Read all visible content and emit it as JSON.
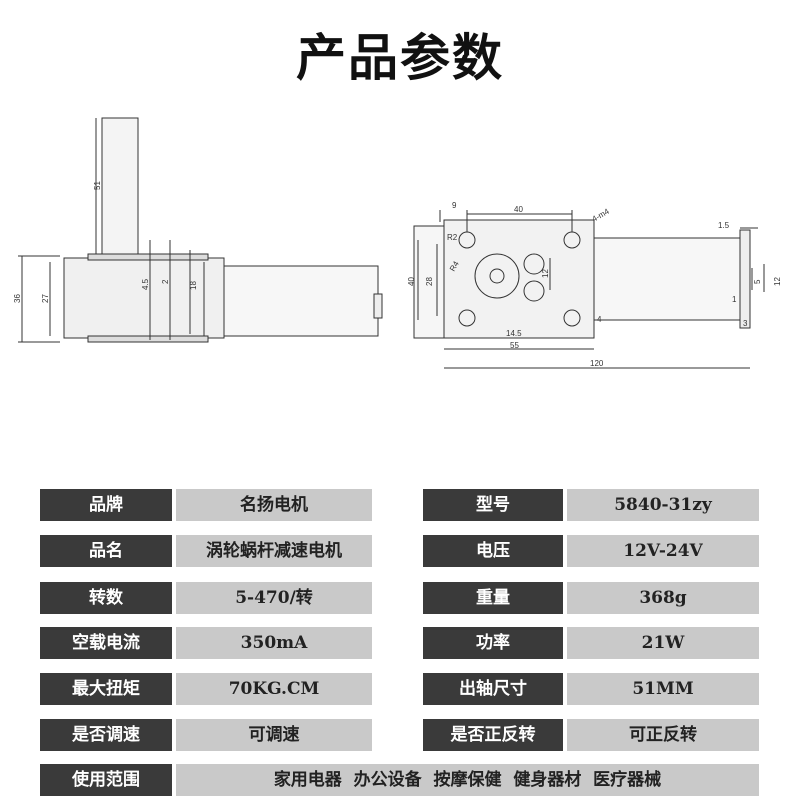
{
  "title": "产品参数",
  "specs": {
    "brand": {
      "label": "品牌",
      "value": "名扬电机"
    },
    "model": {
      "label": "型号",
      "value": "5840-31zy"
    },
    "name": {
      "label": "品名",
      "value": "涡轮蜗杆减速电机"
    },
    "voltage": {
      "label": "电压",
      "value": "12V-24V"
    },
    "speed": {
      "label": "转数",
      "value": "5-470/转"
    },
    "weight": {
      "label": "重量",
      "value": "368g"
    },
    "noload": {
      "label": "空载电流",
      "value": "350mA"
    },
    "power": {
      "label": "功率",
      "value": "21W"
    },
    "torque": {
      "label": "最大扭矩",
      "value": "70KG.CM"
    },
    "shaft": {
      "label": "出轴尺寸",
      "value": "51MM"
    },
    "speedctl": {
      "label": "是否调速",
      "value": "可调速"
    },
    "reverse": {
      "label": "是否正反转",
      "value": "可正反转"
    },
    "usage": {
      "label": "使用范围",
      "value": "家用电器  办公设备  按摩保健  健身器材  医疗器械"
    }
  },
  "dims": {
    "side": {
      "d51": "51",
      "d36": "36",
      "d27": "27",
      "d45": "4.5",
      "d2": "2",
      "d18": "18"
    },
    "front": {
      "d9": "9",
      "d40w": "40",
      "d4m4": "4-m4",
      "dR2": "R2",
      "dR4": "R4",
      "d40h": "40",
      "d28": "28",
      "d12a": "12",
      "d145": "14.5",
      "d55": "55",
      "d4": "4",
      "d120": "120",
      "d15": "1.5",
      "d5": "5",
      "d12b": "12",
      "d1": "1",
      "d3": "3"
    }
  }
}
